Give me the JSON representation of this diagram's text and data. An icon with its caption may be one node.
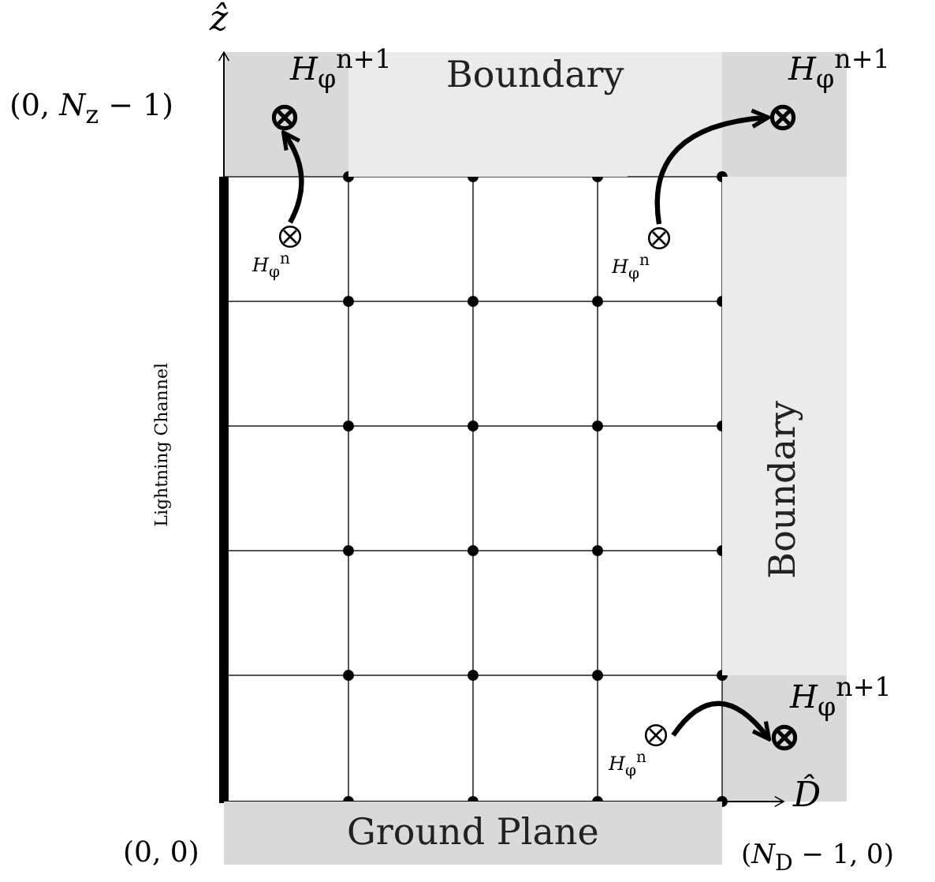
{
  "diagram": {
    "nodes": [
      {
        "text": [
          "Boundary"
        ]
      },
      {
        "text": [
          "Boundary"
        ]
      },
      {
        "text": [
          "Ground Plane"
        ]
      },
      {
        "text": [
          "*H*$_{φ}$$^{n}$"
        ]
      },
      {
        "text": [
          "*H*$_{φ}$$^{n+1}$"
        ]
      },
      {
        "text": [
          "*H*$_{φ}$$^{n}$"
        ]
      },
      {
        "text": [
          "*H*$_{φ}$$^{n+1}$"
        ]
      },
      {
        "text": [
          "*H*$_{φ}$$^{n}$"
        ]
      },
      {
        "text": [
          "*H*$_{φ}$$^{n+1}$"
        ]
      }
    ],
    "edges": [
      {
        "from": 3,
        "to": 4,
        "arrow": "to"
      },
      {
        "from": 5,
        "to": 6,
        "arrow": "to"
      },
      {
        "from": 7,
        "to": 8,
        "arrow": "to"
      }
    ],
    "labels": [
      "ẑ",
      "(0, *N*$_{z}$ − 1)",
      "Lightning Channel",
      "D̂",
      "(0, 0)",
      "(*N*$_{D}$ − 1, 0)"
    ]
  }
}
